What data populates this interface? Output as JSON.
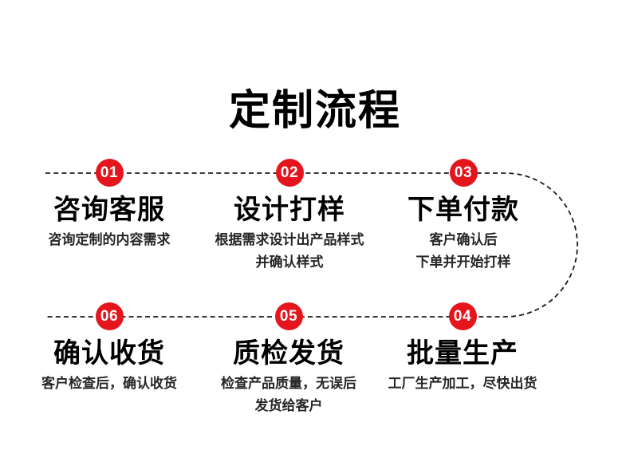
{
  "page": {
    "title": "定制流程"
  },
  "colors": {
    "background": "#ffffff",
    "accent": "#e5151d",
    "line": "#1a1a1a",
    "title_text": "#000000",
    "desc_text": "#262626",
    "badge_text": "#ffffff"
  },
  "flow": {
    "steps": [
      {
        "number": "01",
        "title": "咨询客服",
        "desc_lines": [
          "咨询定制的内容需求"
        ]
      },
      {
        "number": "02",
        "title": "设计打样",
        "desc_lines": [
          "根据需求设计出产品样式",
          "并确认样式"
        ]
      },
      {
        "number": "03",
        "title": "下单付款",
        "desc_lines": [
          "客户确认后",
          "下单并开始打样"
        ]
      },
      {
        "number": "04",
        "title": "批量生产",
        "desc_lines": [
          "工厂生产加工，尽快出货"
        ]
      },
      {
        "number": "05",
        "title": "质检发货",
        "desc_lines": [
          "检查产品质量，无误后",
          "发货给客户"
        ]
      },
      {
        "number": "06",
        "title": "确认收货",
        "desc_lines": [
          "客户检查后，确认收货"
        ]
      }
    ]
  }
}
